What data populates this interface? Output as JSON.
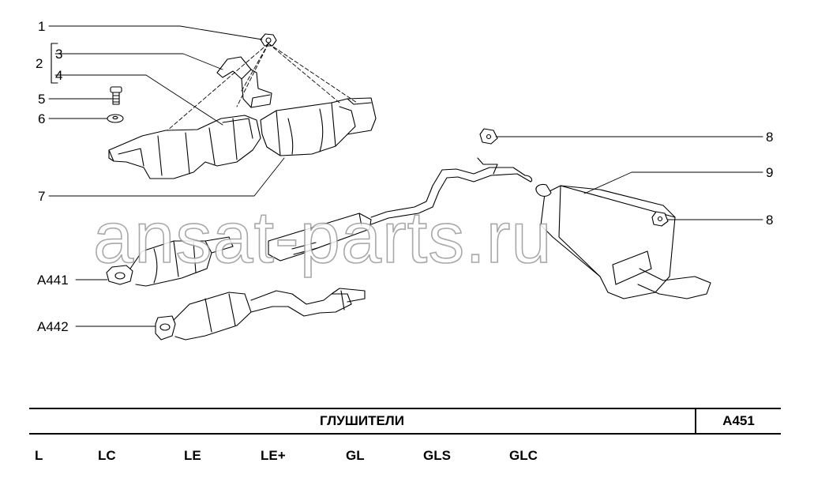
{
  "callouts": {
    "c1": "1",
    "c2": "2",
    "c3": "3",
    "c4": "4",
    "c5": "5",
    "c6": "6",
    "c7": "7",
    "c8a": "8",
    "c8b": "8",
    "c9": "9",
    "a441": "A441",
    "a442": "A442"
  },
  "watermark": "ansat-parts.ru",
  "footer": {
    "title": "ГЛУШИТЕЛИ",
    "code": "A451",
    "trims": [
      "L",
      "LC",
      "LE",
      "LE+",
      "GL",
      "GLS",
      "GLC"
    ]
  }
}
